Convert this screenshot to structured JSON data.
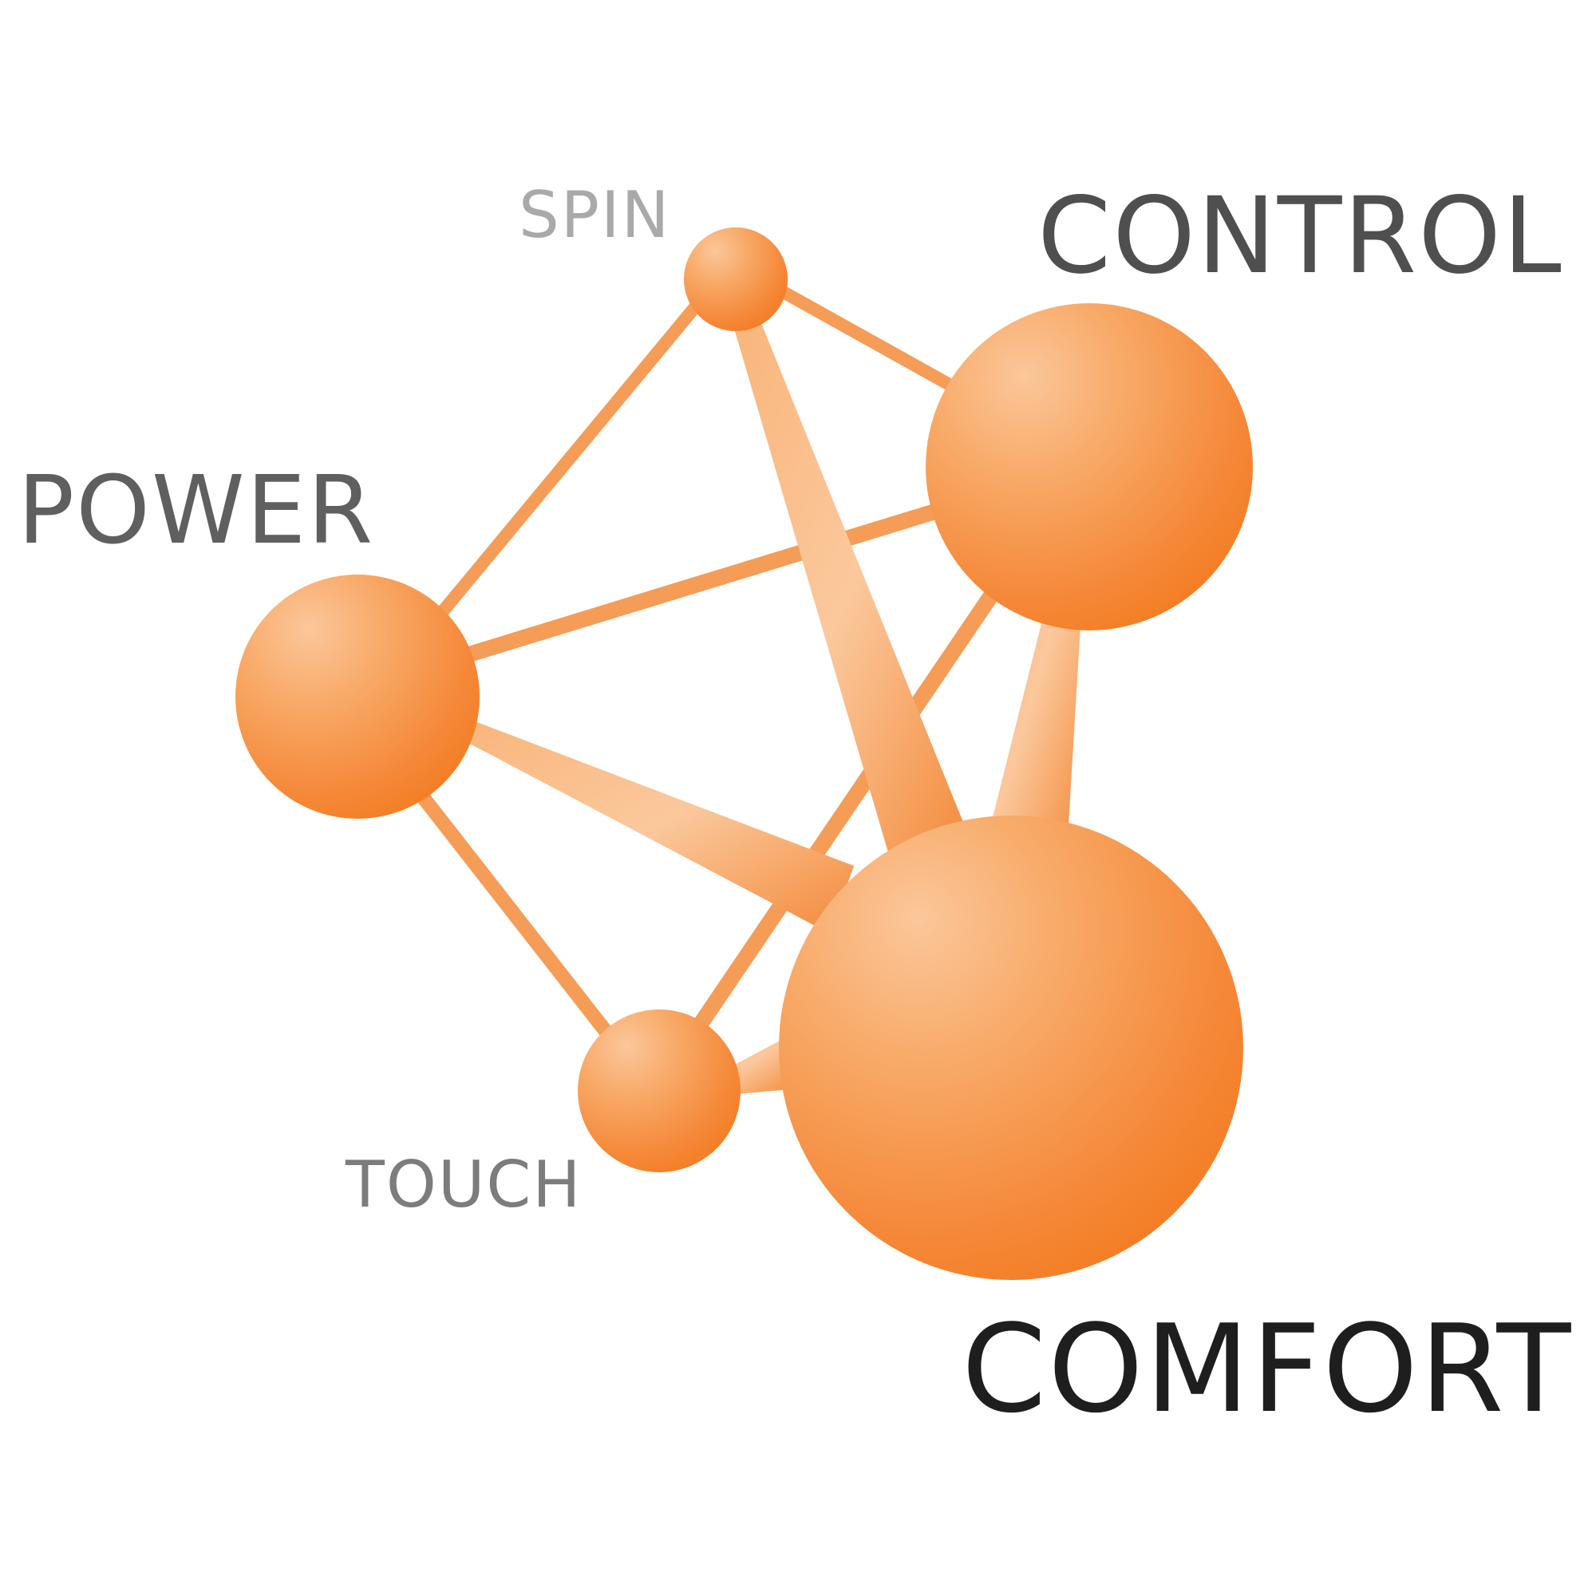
{
  "labels": {
    "spin": "SPIN",
    "control": "CONTROL",
    "power": "POWER",
    "touch": "TOUCH",
    "comfort": "COMFORT"
  },
  "colors": {
    "orange": "#f47c20",
    "orange_light": "#fbc496",
    "spin_text": "#a9a9a9",
    "control_text": "#4f4f4f",
    "power_text": "#5f5f5f",
    "touch_text": "#7c7c7c",
    "comfort_text": "#1e1e1e",
    "background": "#ffffff"
  }
}
